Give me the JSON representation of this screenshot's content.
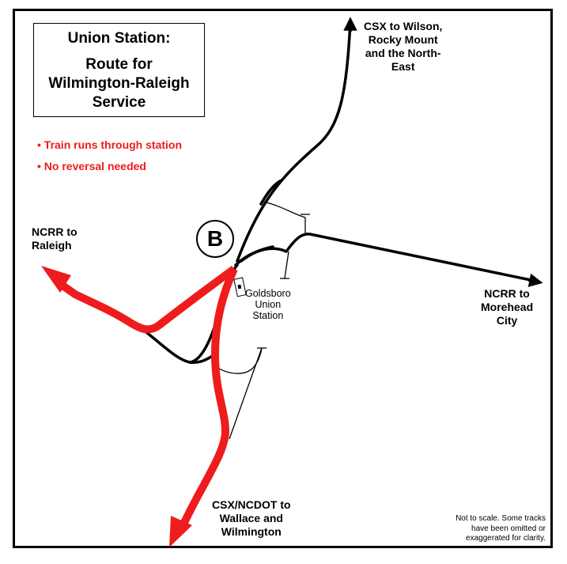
{
  "title": {
    "line1": "Union Station:",
    "line2": "Route for",
    "line3": "Wilmington-Raleigh",
    "line4": "Service"
  },
  "bullets": [
    "• Train runs through station",
    "• No reversal needed"
  ],
  "labels": {
    "csx_north": [
      "CSX to Wilson,",
      "Rocky Mount",
      "and the North-",
      "East"
    ],
    "ncrr_raleigh": [
      "NCRR to",
      "Raleigh"
    ],
    "ncrr_morehead": [
      "NCRR to",
      "Morehead",
      "City"
    ],
    "csx_wilmington": [
      "CSX/NCDOT to",
      "Wallace and",
      "Wilmington"
    ],
    "station": [
      "Goldsboro",
      "Union",
      "Station"
    ]
  },
  "marker": "B",
  "note": [
    "Not to scale. Some tracks",
    "have been omitted or",
    "exaggerated for clarity."
  ],
  "colors": {
    "route": "#ee1c1c",
    "track": "#000000"
  }
}
